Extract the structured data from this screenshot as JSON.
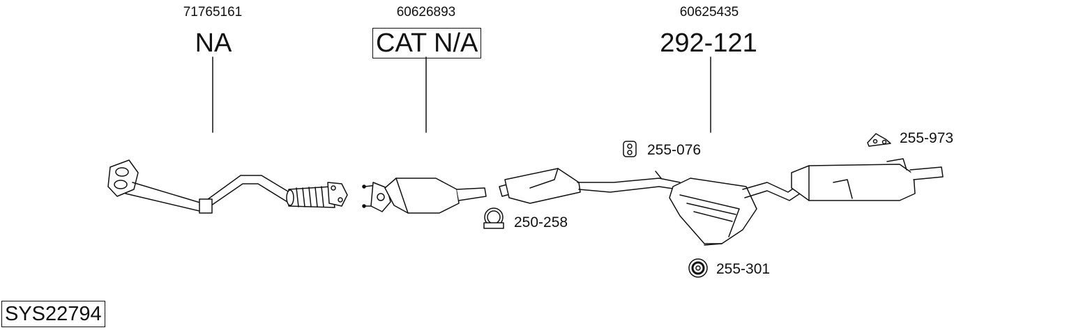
{
  "parts": [
    {
      "oem": "71765161",
      "label": "NA"
    },
    {
      "oem": "60626893",
      "label": "CAT N/A"
    },
    {
      "oem": "60625435",
      "label": "292-121"
    }
  ],
  "accessories": [
    {
      "code": "255-076",
      "icon": "rubber-hanger-icon"
    },
    {
      "code": "255-973",
      "icon": "mounting-bracket-icon"
    },
    {
      "code": "250-258",
      "icon": "pipe-clamp-icon"
    },
    {
      "code": "255-301",
      "icon": "rubber-ring-icon"
    }
  ],
  "system_id": "SYS22794"
}
